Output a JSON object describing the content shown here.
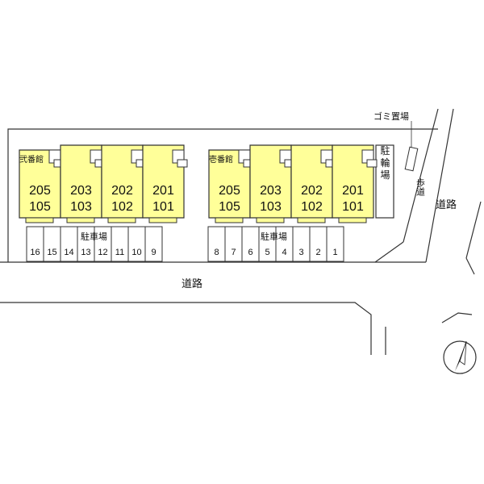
{
  "labels": {
    "building_west": "弐番館",
    "building_east": "壱番館",
    "parking_west": "駐車場",
    "parking_east": "駐車場",
    "bicycle_parking": "駐輪場",
    "garbage": "ゴミ置場",
    "sidewalk": "歩道",
    "road_main": "道路",
    "road_east": "道路"
  },
  "west_units": [
    {
      "upper": "205",
      "lower": "105"
    },
    {
      "upper": "203",
      "lower": "103"
    },
    {
      "upper": "202",
      "lower": "102"
    },
    {
      "upper": "201",
      "lower": "101"
    }
  ],
  "east_units": [
    {
      "upper": "205",
      "lower": "105"
    },
    {
      "upper": "203",
      "lower": "103"
    },
    {
      "upper": "202",
      "lower": "102"
    },
    {
      "upper": "201",
      "lower": "101"
    }
  ],
  "west_stalls": [
    "16",
    "15",
    "14",
    "13",
    "12",
    "11",
    "10",
    "9"
  ],
  "east_stalls": [
    "8",
    "7",
    "6",
    "5",
    "4",
    "3",
    "2",
    "1"
  ],
  "colors": {
    "building_fill": "#ffff99",
    "outline": "#333333"
  },
  "compass_icon": "north-arrow-icon"
}
